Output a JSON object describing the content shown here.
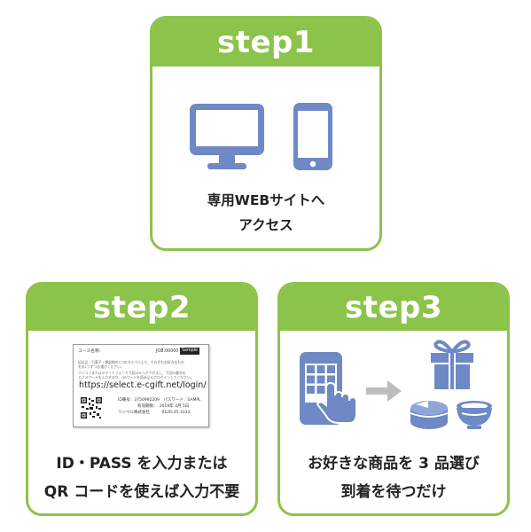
{
  "colors": {
    "accent": "#8cc34a",
    "icon": "#6e89c5",
    "arrow": "#bdbdbd",
    "text": "#222222"
  },
  "step1": {
    "title": "step1",
    "caption_line1": "専用WEBサイトへ",
    "caption_line2": "アクセス",
    "icons": [
      "desktop-monitor-icon",
      "smartphone-icon"
    ]
  },
  "step2": {
    "title": "step2",
    "card": {
      "course_label": "コース名称：",
      "job_label": "JOB:00000",
      "sample_tag": "Sample",
      "desc_lines": [
        "記念品・引菓子・縁起物の3つのカテゴリより、それぞれお好きなもの",
        "をお1つずつお選びください。",
        "パソコンまたはスマートフォンで下記URLへアクセスし、下記ID番号を",
        "とパスワードを入力するか、QRコードを読み込んでログインしてください。"
      ],
      "url": "https://select.e-cgift.net/login/",
      "id_line": "ID番号：3750992209　パスワード：SAMPL",
      "deadline_line": "有効期限：　2019年 3月 5日",
      "company_line": "リンベル株式会社",
      "phone_line": "0120-35-3333"
    },
    "caption_line1": "ID・PASS を入力または",
    "caption_line2": "QR コードを使えば入力不要"
  },
  "step3": {
    "title": "step3",
    "caption_line1": "お好きな商品を 3 品選び",
    "caption_line2": "到着を待つだけ",
    "icons": [
      "touch-phone-icon",
      "arrow-right-icon",
      "gift-box-icon",
      "cake-icon",
      "bowl-icon"
    ]
  }
}
